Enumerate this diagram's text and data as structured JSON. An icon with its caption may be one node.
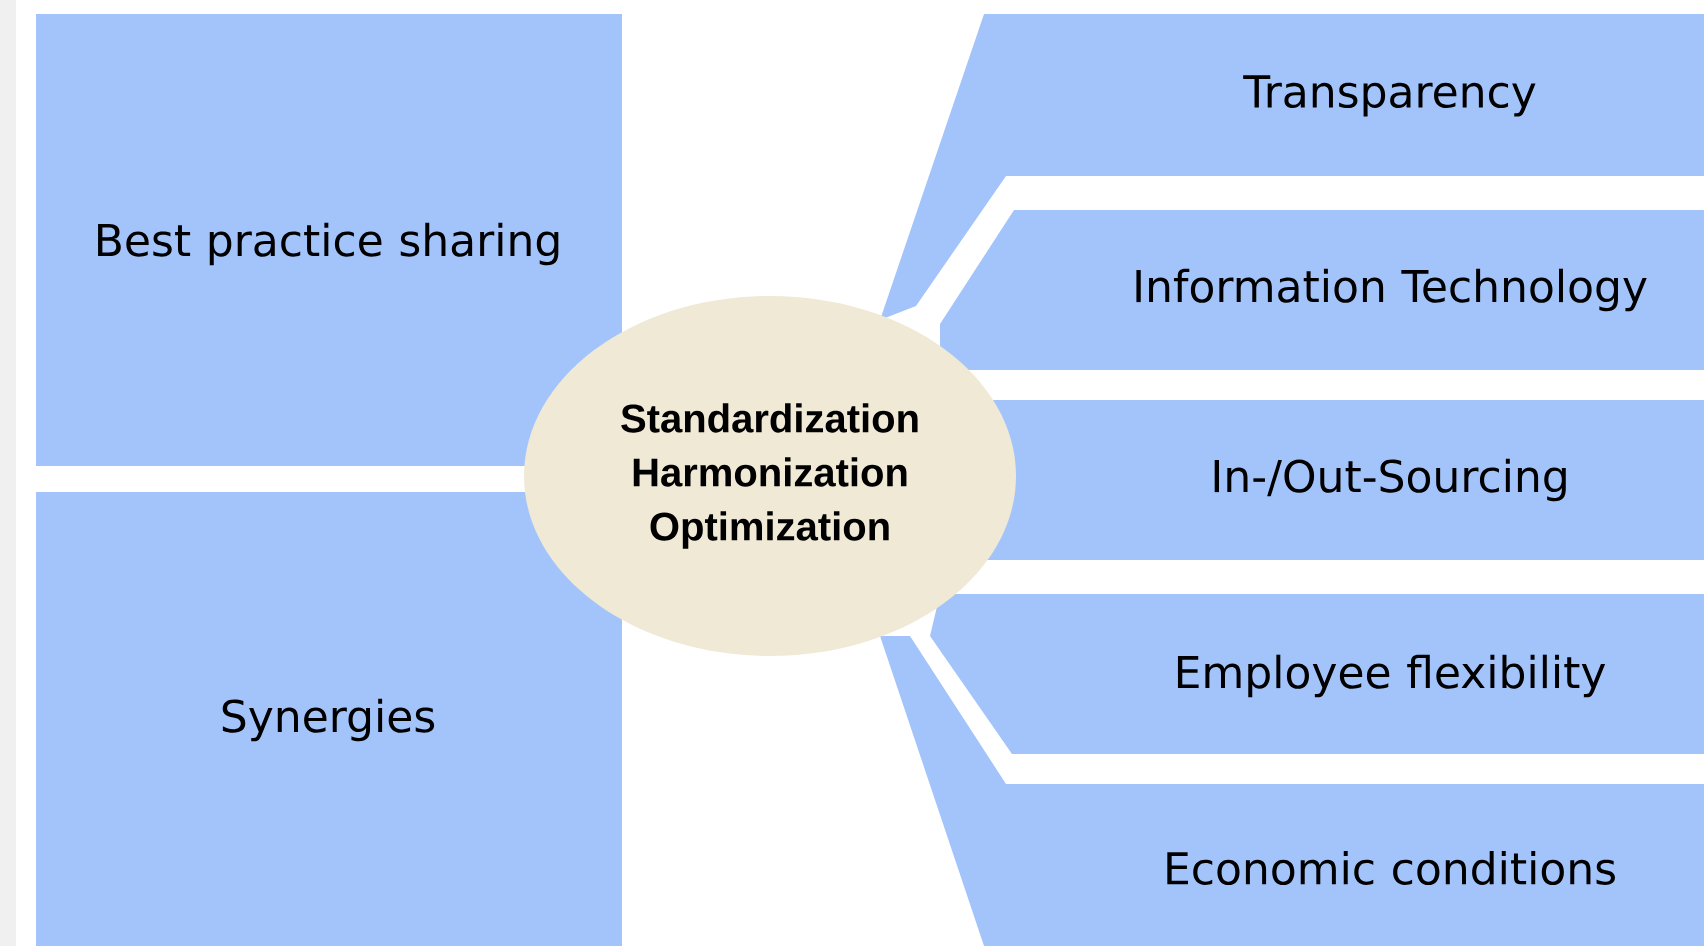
{
  "diagram": {
    "nodes": [
      {
        "text": [
          "Best practice sharing"
        ]
      },
      {
        "text": [
          "Synergies"
        ]
      },
      {
        "text": [
          "Standardization Harmonization Optimization"
        ]
      },
      {
        "text": [
          "Transparency"
        ]
      },
      {
        "text": [
          "Information Technology"
        ]
      },
      {
        "text": [
          "In-/Out-Sourcing"
        ]
      },
      {
        "text": [
          "Employee flexibility"
        ]
      },
      {
        "text": [
          "Economic conditions"
        ]
      }
    ]
  }
}
